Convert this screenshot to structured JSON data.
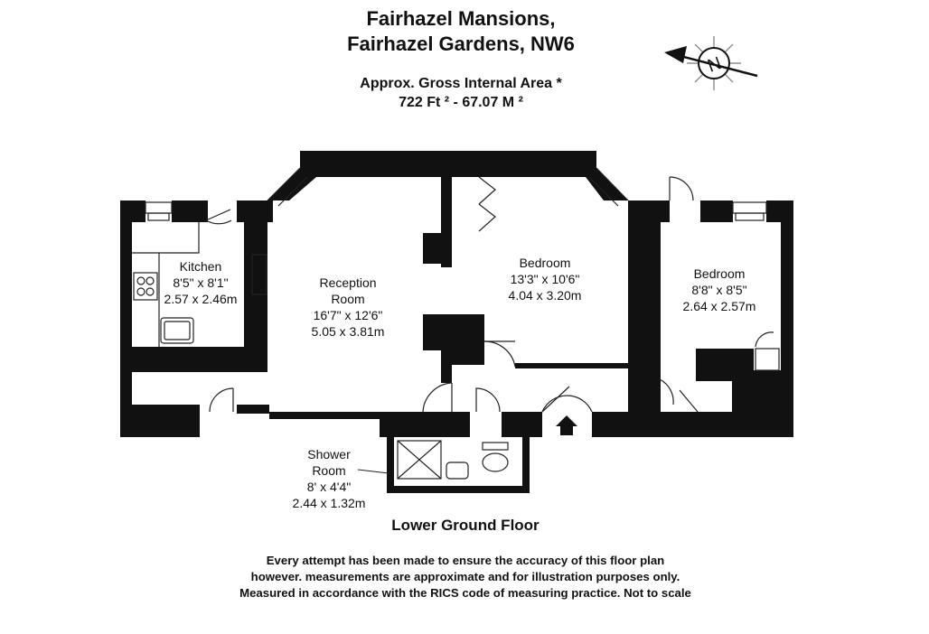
{
  "header": {
    "title_line1": "Fairhazel Mansions,",
    "title_line2": "Fairhazel Gardens, NW6",
    "area_title": "Approx. Gross Internal Area *",
    "area_value": "722 Ft ²  -  67.07 M ²"
  },
  "compass": {
    "icon": "north-compass-icon",
    "letter": "N"
  },
  "rooms": {
    "kitchen": {
      "name": "Kitchen",
      "imperial": "8'5\" x 8'1\"",
      "metric": "2.57 x 2.46m"
    },
    "reception": {
      "name_line1": "Reception",
      "name_line2": "Room",
      "imperial": "16'7\" x 12'6\"",
      "metric": "5.05 x 3.81m"
    },
    "bedroom1": {
      "name": "Bedroom",
      "imperial": "13'3\" x 10'6\"",
      "metric": "4.04 x 3.20m"
    },
    "bedroom2": {
      "name": "Bedroom",
      "imperial": "8'8\" x 8'5\"",
      "metric": "2.64 x 2.57m"
    },
    "shower": {
      "name_line1": "Shower",
      "name_line2": "Room",
      "imperial": "8' x 4'4\"",
      "metric": "2.44 x 1.32m"
    }
  },
  "floor_label": "Lower Ground Floor",
  "disclaimer": {
    "line1": "Every attempt has been made to ensure the accuracy of this floor plan",
    "line2": "however. measurements are approximate and for illustration purposes only.",
    "line3": "Measured in accordance with the RICS code of measuring practice. Not to scale"
  },
  "colors": {
    "wall": "#111111",
    "background": "#ffffff",
    "line": "#222222"
  }
}
